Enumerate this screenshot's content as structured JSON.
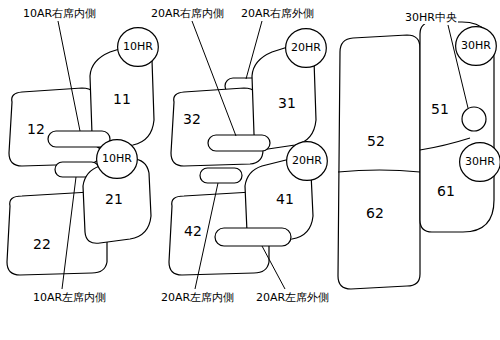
{
  "diagram": {
    "nodes": [
      {
        "text": [
          "10HR"
        ]
      },
      {
        "text": [
          "11"
        ]
      },
      {
        "text": [
          "12"
        ]
      },
      {
        "text": [
          "10HR"
        ]
      },
      {
        "text": [
          "21"
        ]
      },
      {
        "text": [
          "22"
        ]
      },
      {
        "text": [
          "20HR"
        ]
      },
      {
        "text": [
          "31"
        ]
      },
      {
        "text": [
          "32"
        ]
      },
      {
        "text": [
          "20HR"
        ]
      },
      {
        "text": [
          "41"
        ]
      },
      {
        "text": [
          "42"
        ]
      },
      {
        "text": [
          "30HR"
        ]
      },
      {
        "text": [
          "51"
        ]
      },
      {
        "text": [
          "52"
        ]
      },
      {
        "text": [
          "30HR"
        ]
      },
      {
        "text": [
          "61"
        ]
      },
      {
        "text": [
          "62"
        ]
      }
    ],
    "labels": [
      "10AR右席内側",
      "20AR右席内側",
      "20AR右席外側",
      "30HR中央",
      "10AR左席内側",
      "20AR左席内側",
      "20AR左席外側"
    ]
  }
}
